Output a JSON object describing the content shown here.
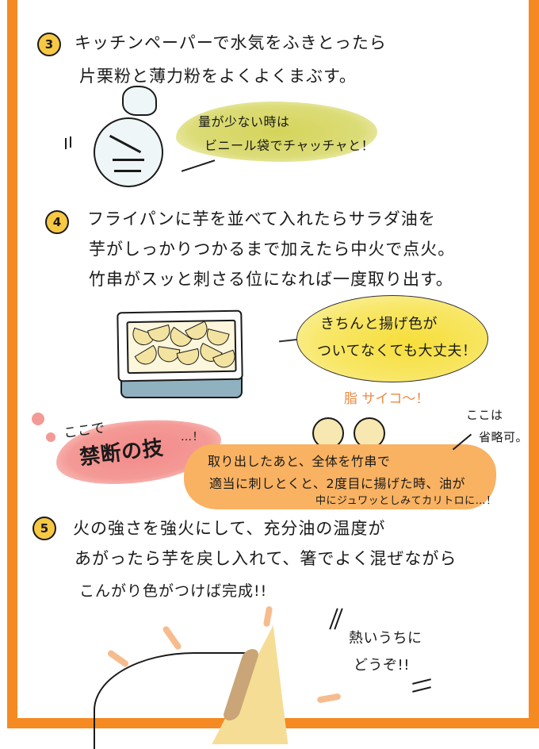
{
  "colors": {
    "frame": "#f58a22",
    "step_badge": "#f7c843",
    "highlight_green": "#d4d45a",
    "bubble_yellow": "#f6de3a",
    "highlight_red": "#f28a8a",
    "highlight_orange": "#f8b262",
    "accent_orange_text": "#ee8a44",
    "tray_blue": "#8fb1c0"
  },
  "steps": [
    {
      "number": "3",
      "lines": [
        "キッチンペーパーで水気をふきとったら",
        "片栗粉と薄力粉をよくよくまぶす。"
      ],
      "note": {
        "lines": [
          "量が少ない時は",
          "ビニール袋でチャッチャと！"
        ]
      }
    },
    {
      "number": "4",
      "lines": [
        "フライパンに芋を並べて入れたらサラダ油を",
        "芋がしっかりつかるまで加えたら中火で点火。",
        "竹串がスッと刺さる位になれば一度取り出す。"
      ],
      "bubble": {
        "lines": [
          "きちんと揚げ色が",
          "ついてなくても大丈夫！"
        ]
      }
    },
    {
      "number": "5",
      "lines": [
        "火の強さを強火にして、充分油の温度が",
        "あがったら芋を戻し入れて、箸でよく混ぜながら",
        "こんがり色がつけば完成!!"
      ]
    }
  ],
  "secret_tip": {
    "intro": "ここで",
    "title": "禁断の技",
    "ellipsis": "…！",
    "lines": [
      "取り出したあと、全体を竹串で",
      "適当に刺しとくと、2度目に揚げた時、油が",
      "中にジュワッとしみてカリトロに…！"
    ]
  },
  "reaction": {
    "text": "脂 サイコ〜！"
  },
  "skip_note": {
    "lines": [
      "ここは",
      "省略可。"
    ]
  },
  "closing": {
    "lines": [
      "熱いうちに",
      "どうぞ!!"
    ]
  }
}
